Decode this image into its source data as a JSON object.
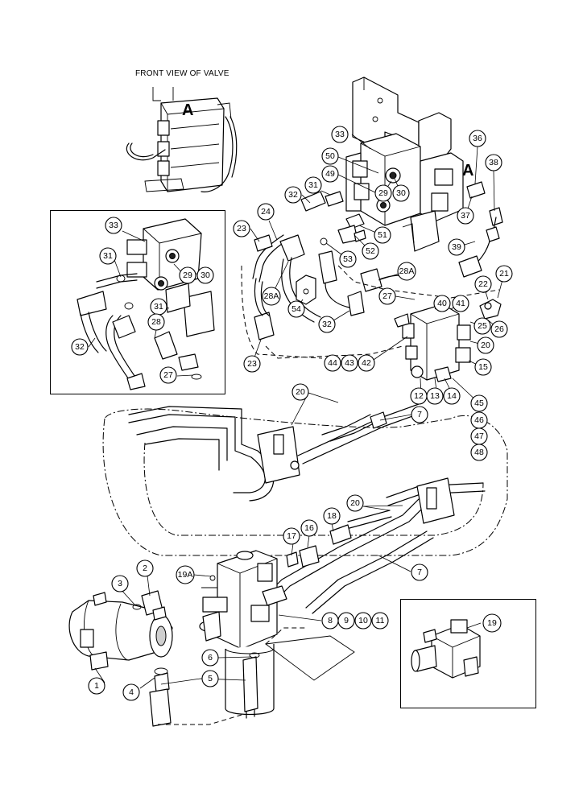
{
  "front_view_label": "FRONT VIEW OF VALVE",
  "view_marker": "A",
  "callouts": [
    {
      "id": "c33m",
      "label": "33"
    },
    {
      "id": "c50",
      "label": "50"
    },
    {
      "id": "c49",
      "label": "49"
    },
    {
      "id": "c32m",
      "label": "32"
    },
    {
      "id": "c31m",
      "label": "31"
    },
    {
      "id": "c29m",
      "label": "29"
    },
    {
      "id": "c30m",
      "label": "30"
    },
    {
      "id": "c36",
      "label": "36"
    },
    {
      "id": "c38",
      "label": "38"
    },
    {
      "id": "c37",
      "label": "37"
    },
    {
      "id": "c23a",
      "label": "23"
    },
    {
      "id": "c24",
      "label": "24"
    },
    {
      "id": "c51",
      "label": "51"
    },
    {
      "id": "c52",
      "label": "52"
    },
    {
      "id": "c53",
      "label": "53"
    },
    {
      "id": "c39",
      "label": "39"
    },
    {
      "id": "c28Am",
      "label": "28A"
    },
    {
      "id": "c28Ab",
      "label": "28A"
    },
    {
      "id": "c54",
      "label": "54"
    },
    {
      "id": "c21",
      "label": "21"
    },
    {
      "id": "c22",
      "label": "22"
    },
    {
      "id": "c27m",
      "label": "27"
    },
    {
      "id": "c40",
      "label": "40"
    },
    {
      "id": "c41",
      "label": "41"
    },
    {
      "id": "c32b",
      "label": "32"
    },
    {
      "id": "c25",
      "label": "25"
    },
    {
      "id": "c26",
      "label": "26"
    },
    {
      "id": "c20a",
      "label": "20"
    },
    {
      "id": "c23b",
      "label": "23"
    },
    {
      "id": "c44",
      "label": "44"
    },
    {
      "id": "c43",
      "label": "43"
    },
    {
      "id": "c42",
      "label": "42"
    },
    {
      "id": "c15",
      "label": "15"
    },
    {
      "id": "c12",
      "label": "12"
    },
    {
      "id": "c13",
      "label": "13"
    },
    {
      "id": "c14",
      "label": "14"
    },
    {
      "id": "c45",
      "label": "45"
    },
    {
      "id": "c46",
      "label": "46"
    },
    {
      "id": "c47",
      "label": "47"
    },
    {
      "id": "c48",
      "label": "48"
    },
    {
      "id": "c20b",
      "label": "20"
    },
    {
      "id": "c7a",
      "label": "7"
    },
    {
      "id": "c20c",
      "label": "20"
    },
    {
      "id": "c18",
      "label": "18"
    },
    {
      "id": "c16",
      "label": "16"
    },
    {
      "id": "c17",
      "label": "17"
    },
    {
      "id": "c7b",
      "label": "7"
    },
    {
      "id": "c19A",
      "label": "19A"
    },
    {
      "id": "c2",
      "label": "2"
    },
    {
      "id": "c3",
      "label": "3"
    },
    {
      "id": "c8",
      "label": "8"
    },
    {
      "id": "c9",
      "label": "9"
    },
    {
      "id": "c10",
      "label": "10"
    },
    {
      "id": "c11",
      "label": "11"
    },
    {
      "id": "c6",
      "label": "6"
    },
    {
      "id": "c5",
      "label": "5"
    },
    {
      "id": "c1",
      "label": "1"
    },
    {
      "id": "c4",
      "label": "4"
    },
    {
      "id": "c19",
      "label": "19"
    },
    {
      "id": "i33",
      "label": "33"
    },
    {
      "id": "i31a",
      "label": "31"
    },
    {
      "id": "i29",
      "label": "29"
    },
    {
      "id": "i30",
      "label": "30"
    },
    {
      "id": "i31b",
      "label": "31"
    },
    {
      "id": "i28",
      "label": "28"
    },
    {
      "id": "i32",
      "label": "32"
    },
    {
      "id": "i27",
      "label": "27"
    }
  ]
}
